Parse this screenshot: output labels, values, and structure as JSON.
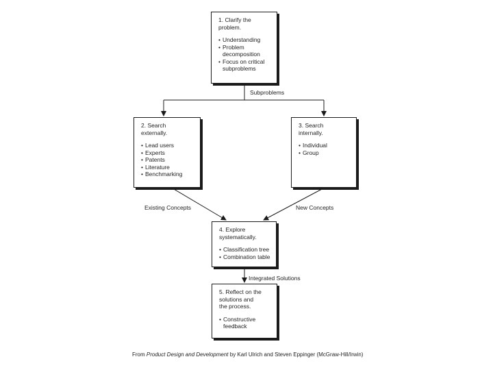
{
  "boxes": {
    "clarify": {
      "title": "1. Clarify the\n    problem.",
      "items": [
        "Understanding",
        "Problem\ndecomposition",
        "Focus on critical\nsubproblems"
      ]
    },
    "search_external": {
      "title": "2. Search\n    externally.",
      "items": [
        "Lead users",
        "Experts",
        "Patents",
        "Literature",
        "Benchmarking"
      ]
    },
    "search_internal": {
      "title": "3. Search\n    internally.",
      "items": [
        "Individual",
        "Group"
      ]
    },
    "explore": {
      "title": "4. Explore\n    systematically.",
      "items": [
        "Classification tree",
        "Combination table"
      ]
    },
    "reflect": {
      "title": "5. Reflect on the\n    solutions and\n    the process.",
      "items": [
        "Constructive\nfeedback"
      ]
    }
  },
  "bullet": "•",
  "labels": {
    "subproblems": "Subproblems",
    "existing_concepts": "Existing Concepts",
    "new_concepts": "New Concepts",
    "integrated_solutions": "Integrated Solutions"
  },
  "footer": {
    "prefix": "From ",
    "book": "Product Design and Development",
    "suffix": " by Karl Ulrich and Steven Eppinger (McGraw-Hill/Irwin)"
  }
}
